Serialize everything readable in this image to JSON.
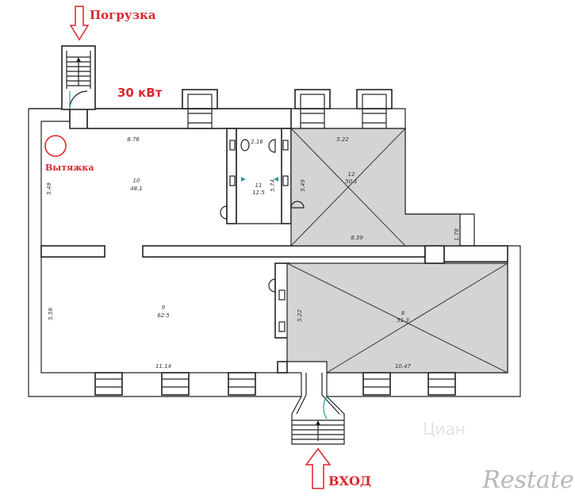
{
  "labels": {
    "loading": "Погрузка",
    "power": "30 кВт",
    "exhaust": "Вытяжка",
    "entrance": "ВХОД"
  },
  "rooms": [
    {
      "number": "10",
      "area": "48.1"
    },
    {
      "number": "11",
      "area": "11.5"
    },
    {
      "number": "12",
      "area": "50.1"
    },
    {
      "number": "9",
      "area": "62.5"
    },
    {
      "number": "8",
      "area": "51.3"
    }
  ],
  "dimensions": {
    "d_876": "8.76",
    "d_549_left": "5.49",
    "d_216": "2.16",
    "d_574": "5.74",
    "d_522_top": "5.22",
    "d_549_right": "5.49",
    "d_839": "8.39",
    "d_178": "1.78",
    "d_559": "5.59",
    "d_522_mid": "5.22",
    "d_1114": "11.14",
    "d_1047": "10.47"
  },
  "watermarks": {
    "brand": "Restate",
    "faint": "Циан"
  },
  "colors": {
    "accent_red": "#d9262b",
    "shaded_room": "#d4d4d4",
    "wall": "#222222"
  }
}
